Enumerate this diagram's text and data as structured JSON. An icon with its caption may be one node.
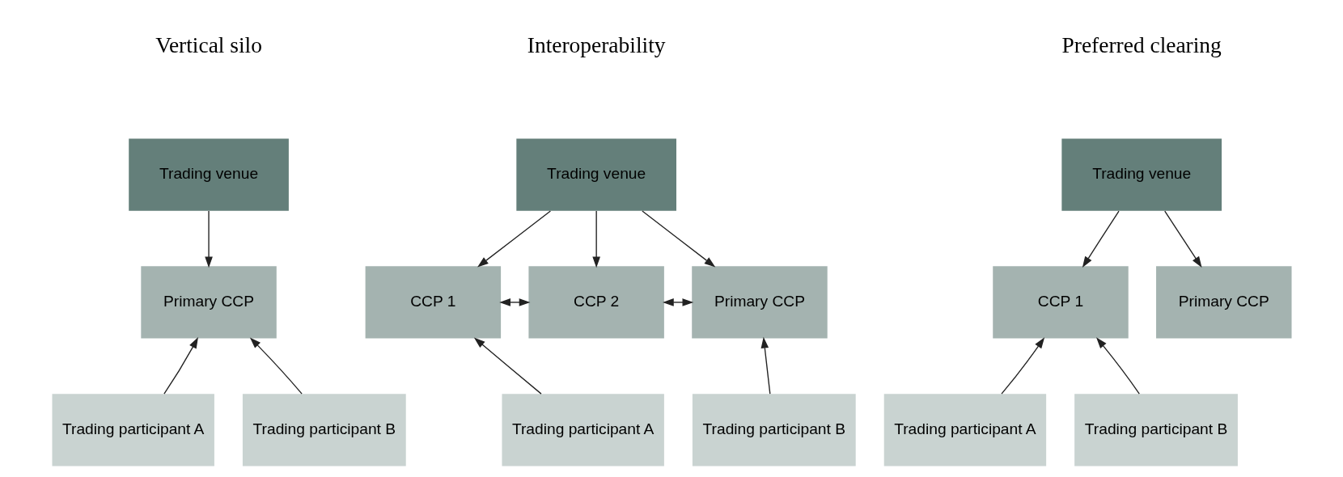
{
  "diagram": {
    "nodes": [
      {
        "text": [
          "Trading venue"
        ]
      },
      {
        "text": [
          "Primary CCP"
        ]
      },
      {
        "text": [
          "Trading participant A"
        ]
      },
      {
        "text": [
          "Trading participant B"
        ]
      },
      {
        "text": [
          "Trading venue"
        ]
      },
      {
        "text": [
          "CCP 1"
        ]
      },
      {
        "text": [
          "CCP 2"
        ]
      },
      {
        "text": [
          "Primary CCP"
        ]
      },
      {
        "text": [
          "Trading participant A"
        ]
      },
      {
        "text": [
          "Trading participant B"
        ]
      },
      {
        "text": [
          "Trading venue"
        ]
      },
      {
        "text": [
          "CCP 1"
        ]
      },
      {
        "text": [
          "Primary CCP"
        ]
      },
      {
        "text": [
          "Trading participant A"
        ]
      },
      {
        "text": [
          "Trading participant B"
        ]
      }
    ],
    "edges": [
      {
        "from": 0,
        "to": 1,
        "arrow": "to"
      },
      {
        "from": 2,
        "to": 1,
        "arrow": "to"
      },
      {
        "from": 3,
        "to": 1,
        "arrow": "to"
      },
      {
        "from": 4,
        "to": 5,
        "arrow": "to"
      },
      {
        "from": 4,
        "to": 6,
        "arrow": "to"
      },
      {
        "from": 4,
        "to": 7,
        "arrow": "to"
      },
      {
        "from": 5,
        "to": 6,
        "arrow": "both"
      },
      {
        "from": 6,
        "to": 7,
        "arrow": "both"
      },
      {
        "from": 8,
        "to": 5,
        "arrow": "to"
      },
      {
        "from": 9,
        "to": 7,
        "arrow": "to"
      },
      {
        "from": 10,
        "to": 11,
        "arrow": "to"
      },
      {
        "from": 10,
        "to": 12,
        "arrow": "to"
      },
      {
        "from": 13,
        "to": 11,
        "arrow": "to"
      },
      {
        "from": 14,
        "to": 11,
        "arrow": "to"
      }
    ],
    "labels": [
      "Vertical silo",
      "Interoperability",
      "Preferred clearing"
    ]
  }
}
